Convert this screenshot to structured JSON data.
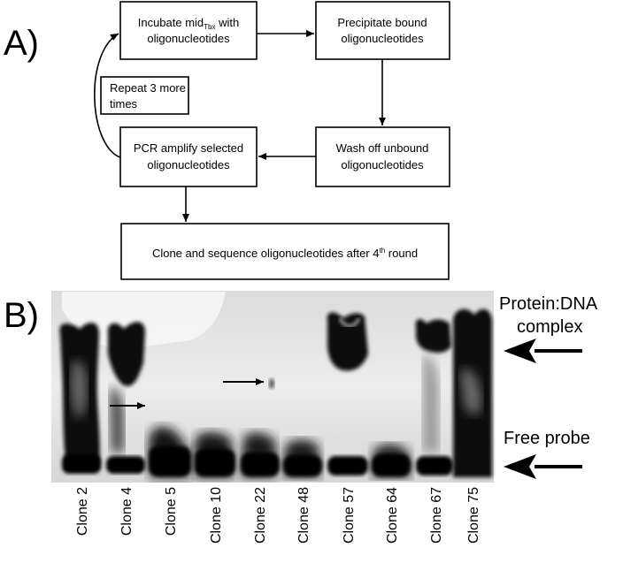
{
  "panel_a": {
    "label": "A)",
    "boxes": {
      "incubate": {
        "line1_prefix": "Incubate mid",
        "line1_sub": "Tbx",
        "line1_suffix": " with",
        "line2": "oligonucleotides"
      },
      "precipitate": {
        "line1": "Precipitate bound",
        "line2": "oligonucleotides"
      },
      "wash": {
        "line1": "Wash off unbound",
        "line2": "oligonucleotides"
      },
      "pcr": {
        "line1": "PCR amplify selected",
        "line2": "oligonucleotides"
      },
      "repeat": {
        "line1": "Repeat 3 more",
        "line2": "times"
      },
      "clone": {
        "prefix": "Clone and sequence oligonucleotides after 4",
        "sup": "th",
        "suffix": " round"
      }
    }
  },
  "panel_b": {
    "label": "B)",
    "lanes": [
      "Clone 2",
      "Clone 4",
      "Clone 5",
      "Clone 10",
      "Clone 22",
      "Clone 48",
      "Clone 57",
      "Clone 64",
      "Clone 67",
      "Clone 75"
    ],
    "complex_label": {
      "line1": "Protein:DNA",
      "line2": "complex"
    },
    "free_probe_label": "Free probe"
  },
  "colors": {
    "ink": "#000000",
    "gel_bg": "#e6e6e6",
    "band": "#0d0d0d"
  }
}
